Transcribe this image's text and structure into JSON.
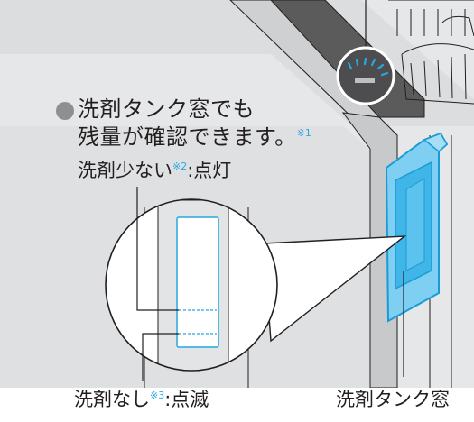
{
  "callout": {
    "line1": "洗剤タンク窓でも",
    "line2": "残量が確認できます。",
    "line2_note": "※1"
  },
  "low_label": {
    "text": "洗剤少ない",
    "note": "※2",
    "suffix": ":点灯"
  },
  "empty_label": {
    "text": "洗剤なし",
    "note": "※3",
    "suffix": ":点滅"
  },
  "window_label": {
    "text": "洗剤タンク窓"
  },
  "colors": {
    "accent": "#29a8e0",
    "tank_fill": "#3fb5e8",
    "panel_gray": "#e3e4e5",
    "line": "#231f20",
    "dot": "#8f8f8f"
  }
}
